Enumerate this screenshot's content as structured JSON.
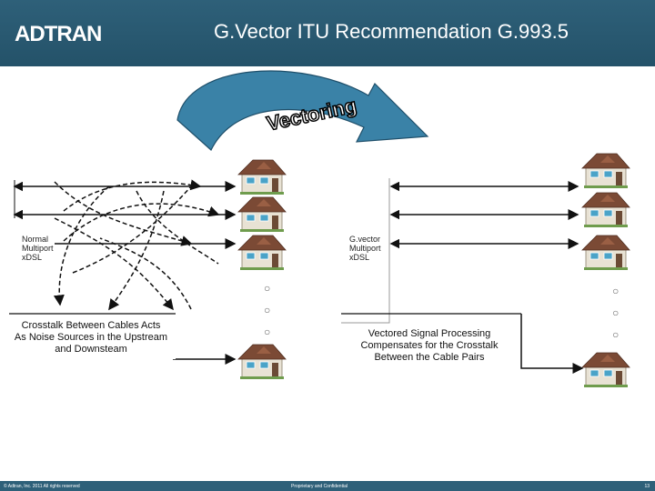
{
  "header": {
    "logo_text": "ADTRAN",
    "title": "G.Vector ITU Recommendation G.993.5"
  },
  "diagram": {
    "arrow_label": "Vectoring",
    "left_label": [
      "Normal",
      "Multiport",
      "xDSL"
    ],
    "right_label": [
      "G.vector",
      "Multiport",
      "xDSL"
    ],
    "left_box": [
      "Crosstalk Between  Cables Acts",
      "As Noise  Sources in the Upstream",
      "and Downsteam"
    ],
    "right_box": [
      "Vectored Signal Processing",
      "Compensates for the  Crosstalk",
      "Between the Cable Pairs"
    ],
    "ellipsis": "° ° °"
  },
  "footer": {
    "copyright": "© Adtran, Inc. 2011 All rights reserved",
    "center": "Proprietary and Confidential",
    "page": "13"
  },
  "colors": {
    "header": "#2e6079",
    "arrow": "#3a82a7",
    "line": "#111111"
  }
}
